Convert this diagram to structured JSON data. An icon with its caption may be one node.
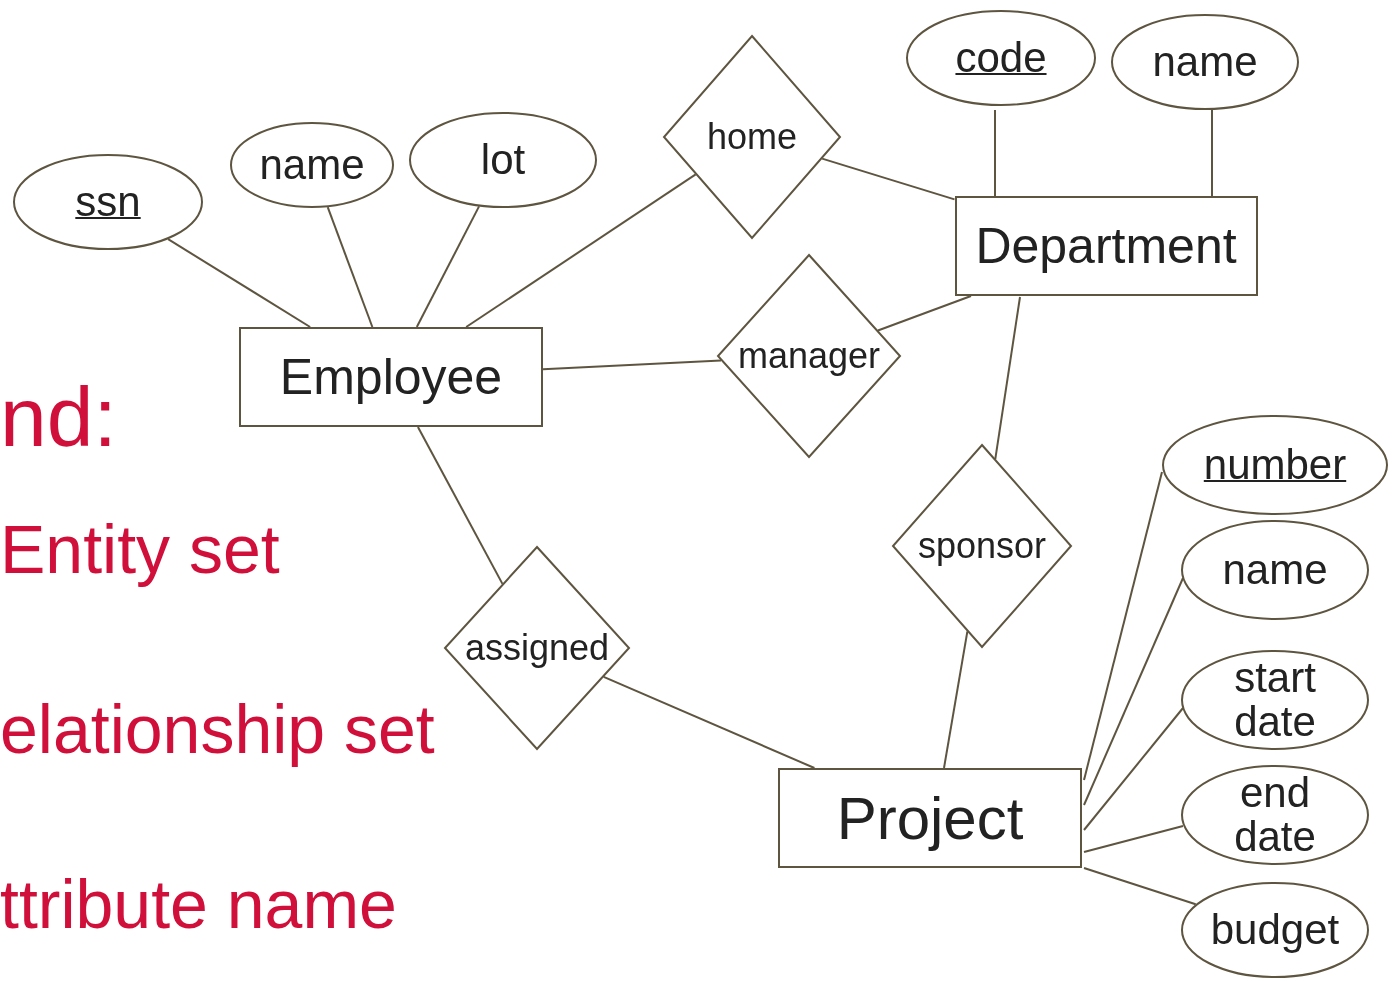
{
  "diagram": {
    "nodes": [
      {
        "text": [
          "ssn"
        ]
      },
      {
        "text": [
          "name"
        ]
      },
      {
        "text": [
          "lot"
        ]
      },
      {
        "text": [
          "Employee"
        ]
      },
      {
        "text": [
          "home"
        ]
      },
      {
        "text": [
          "code"
        ]
      },
      {
        "text": [
          "name"
        ]
      },
      {
        "text": [
          "Department"
        ]
      },
      {
        "text": [
          "manager"
        ]
      },
      {
        "text": [
          "sponsor"
        ]
      },
      {
        "text": [
          "assigned"
        ]
      },
      {
        "text": [
          "Project"
        ]
      },
      {
        "text": [
          "number"
        ]
      },
      {
        "text": [
          "name"
        ]
      },
      {
        "text": [
          "start date"
        ]
      },
      {
        "text": [
          "end date"
        ]
      },
      {
        "text": [
          "budget"
        ]
      }
    ],
    "edges": [
      {
        "from": 0,
        "to": 3,
        "arrow": "none"
      },
      {
        "from": 1,
        "to": 3,
        "arrow": "none"
      },
      {
        "from": 2,
        "to": 3,
        "arrow": "none"
      },
      {
        "from": 3,
        "to": 4,
        "arrow": "none"
      },
      {
        "from": 4,
        "to": 7,
        "arrow": "none"
      },
      {
        "from": 5,
        "to": 7,
        "arrow": "none"
      },
      {
        "from": 6,
        "to": 7,
        "arrow": "none"
      },
      {
        "from": 7,
        "to": 8,
        "arrow": "none"
      },
      {
        "from": 3,
        "to": 8,
        "arrow": "none"
      },
      {
        "from": 7,
        "to": 9,
        "arrow": "none"
      },
      {
        "from": 9,
        "to": 11,
        "arrow": "none"
      },
      {
        "from": 3,
        "to": 10,
        "arrow": "none"
      },
      {
        "from": 10,
        "to": 11,
        "arrow": "none"
      },
      {
        "from": 11,
        "to": 12,
        "arrow": "none"
      },
      {
        "from": 11,
        "to": 13,
        "arrow": "none"
      },
      {
        "from": 11,
        "to": 14,
        "arrow": "none"
      },
      {
        "from": 11,
        "to": 15,
        "arrow": "none"
      },
      {
        "from": 11,
        "to": 16,
        "arrow": "none"
      }
    ],
    "labels": [
      "nd:",
      "Entity set",
      "elationship set",
      "ttribute name"
    ]
  }
}
